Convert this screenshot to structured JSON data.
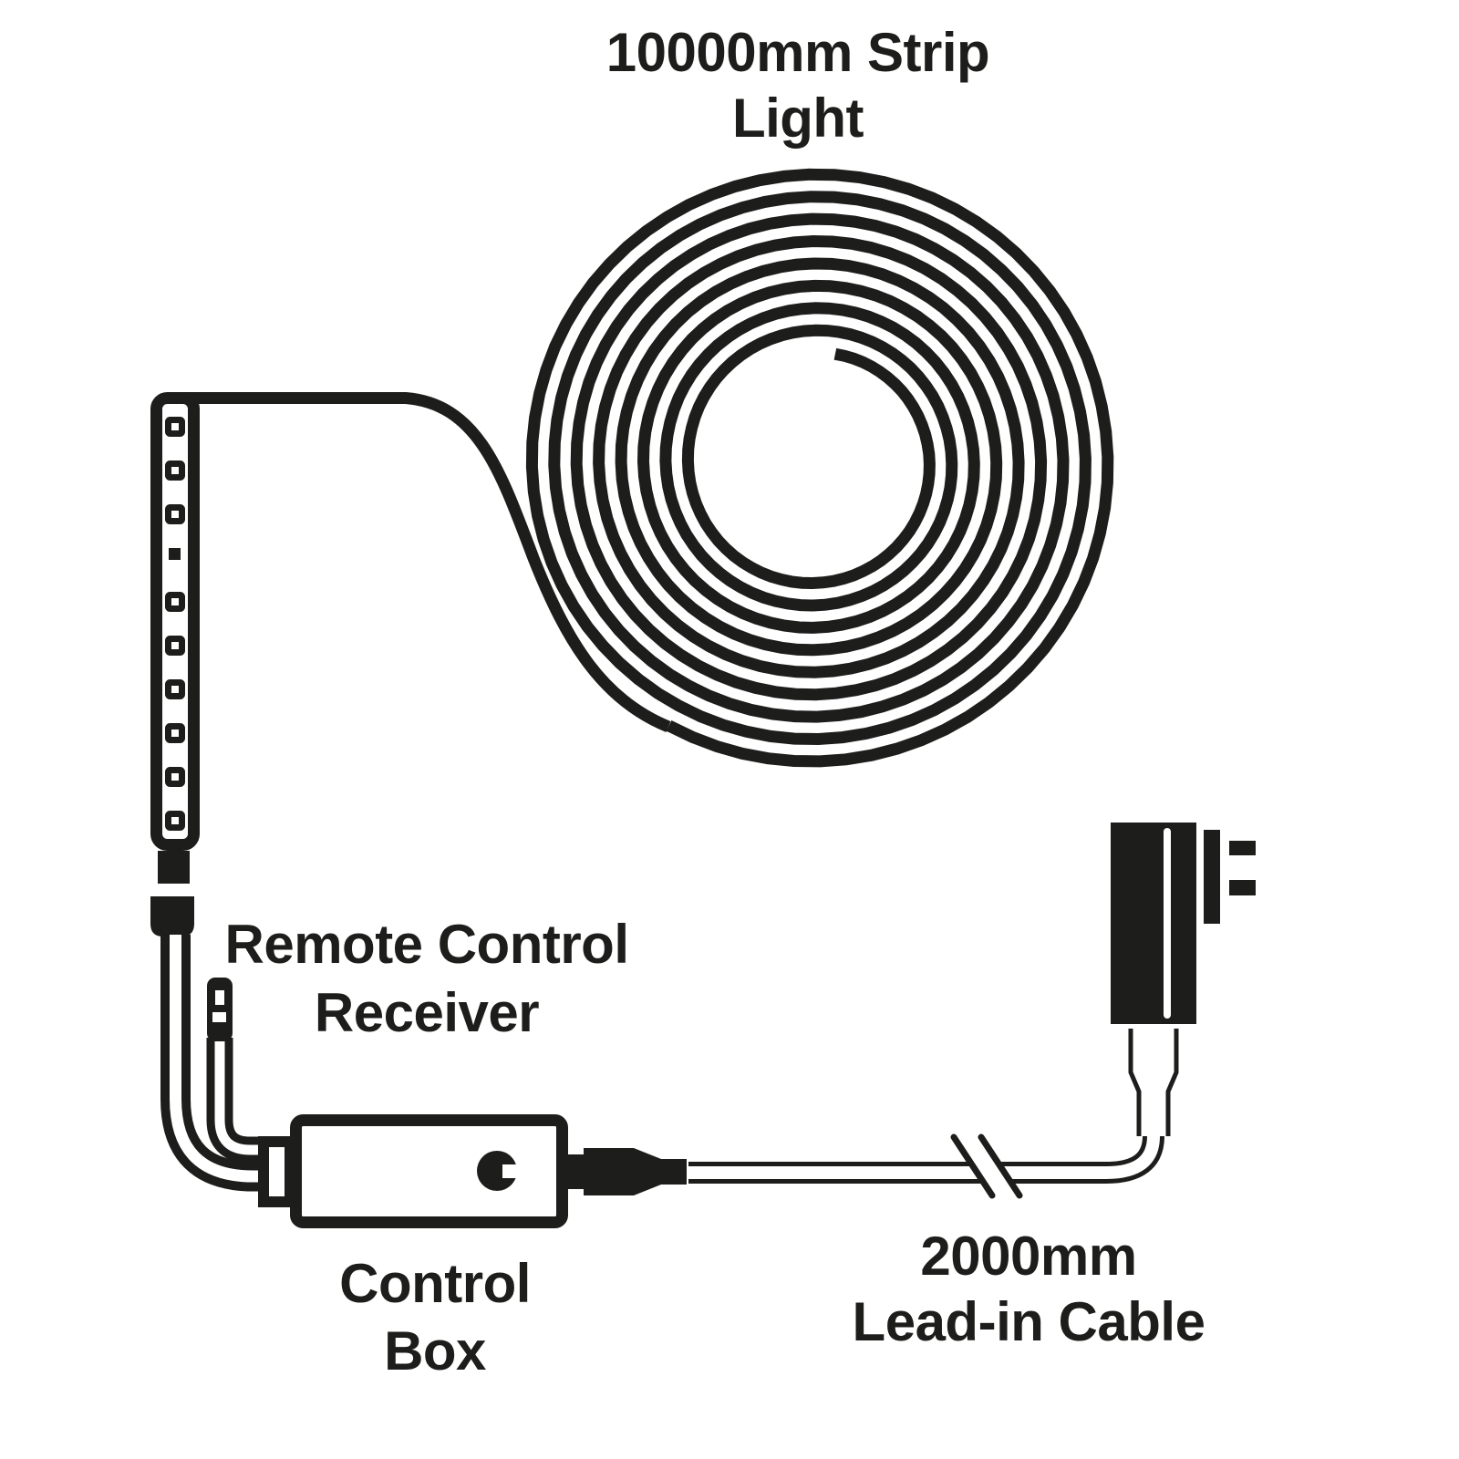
{
  "diagram_title": "LED strip light kit diagram",
  "labels": {
    "strip_light": {
      "line1": "10000mm Strip",
      "line2": "Light"
    },
    "remote_receiver": {
      "line1": "Remote Control",
      "line2": "Receiver"
    },
    "control_box": {
      "line1": "Control",
      "line2": "Box"
    },
    "lead_in_cable": {
      "line1": "2000mm",
      "line2": "Lead-in Cable"
    }
  },
  "colors": {
    "ink": "#1d1d1b",
    "background": "#ffffff"
  }
}
